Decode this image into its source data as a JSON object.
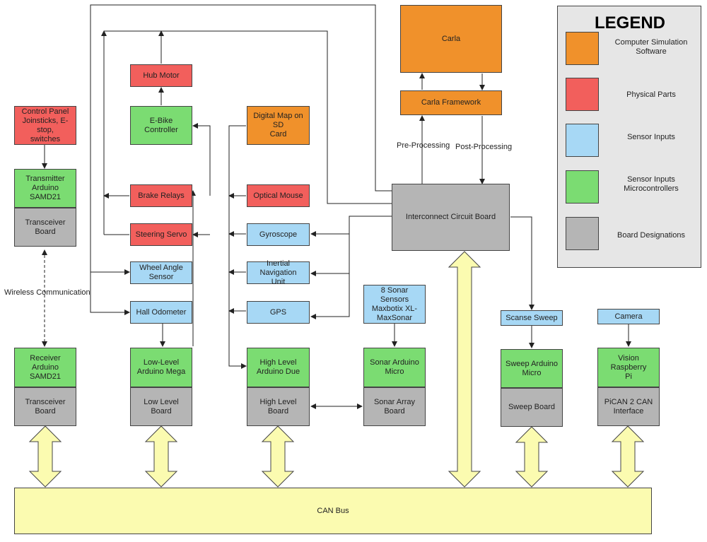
{
  "colors": {
    "simulation": "#f0912b",
    "physical": "#f25f5c",
    "sensor": "#a7d8f5",
    "microcontroller": "#7bdc72",
    "board": "#b5b5b5",
    "canbus": "#fbfbb0",
    "arrow_fill": "#fbfbb0"
  },
  "nodes": {
    "carla": "Carla",
    "carla_framework": "Carla Framework",
    "interconnect": "Interconnect Circuit Board",
    "hub_motor": "Hub Motor",
    "ebike_controller": "E-Bike Controller",
    "digital_map": "Digital Map on SD\nCard",
    "control_panel": "Control Panel\nJoinsticks, E-stop,\nswitches",
    "transmitter": "Transmitter\nArduino SAMD21",
    "transceiver_top": "Transceiver Board",
    "brake_relays": "Brake Relays",
    "optical_mouse": "Optical Mouse",
    "steering_servo": "Steering Servo",
    "gyroscope": "Gyroscope",
    "wheel_angle": "Wheel Angle\nSensor",
    "ins": "Inertial Navigation\nUnit",
    "hall_odometer": "Hall Odometer",
    "gps": "GPS",
    "sonar_sensors": "8 Sonar Sensors\nMaxbotix XL-\nMaxSonar",
    "scanse_sweep": "Scanse Sweep",
    "camera": "Camera",
    "receiver": "Receiver Arduino\nSAMD21",
    "transceiver_bottom": "Transceiver Board",
    "low_level_mega": "Low-Level\nArduino Mega",
    "low_level_board": "Low Level Board",
    "high_level_due": "High Level\nArduino Due",
    "high_level_board": "High Level Board",
    "sonar_micro": "Sonar Arduino\nMicro",
    "sonar_array": "Sonar Array\nBoard",
    "sweep_micro": "Sweep Arduino\nMicro",
    "sweep_board": "Sweep Board",
    "vision_pi": "Vision Raspberry\nPi",
    "pican": "PiCAN 2 CAN\nInterface",
    "can_bus": "CAN Bus"
  },
  "edge_labels": {
    "pre_processing": "Pre-Processing",
    "post_processing": "Post-Processing",
    "wireless": "Wireless Communication"
  },
  "legend": {
    "title": "LEGEND",
    "items": [
      {
        "label": "Computer Simulation\nSoftware",
        "color": "#f0912b"
      },
      {
        "label": "Physical Parts",
        "color": "#f25f5c"
      },
      {
        "label": "Sensor Inputs",
        "color": "#a7d8f5"
      },
      {
        "label": "Sensor Inputs\nMicrocontrollers",
        "color": "#7bdc72"
      },
      {
        "label": "Board Designations",
        "color": "#b5b5b5"
      }
    ]
  }
}
